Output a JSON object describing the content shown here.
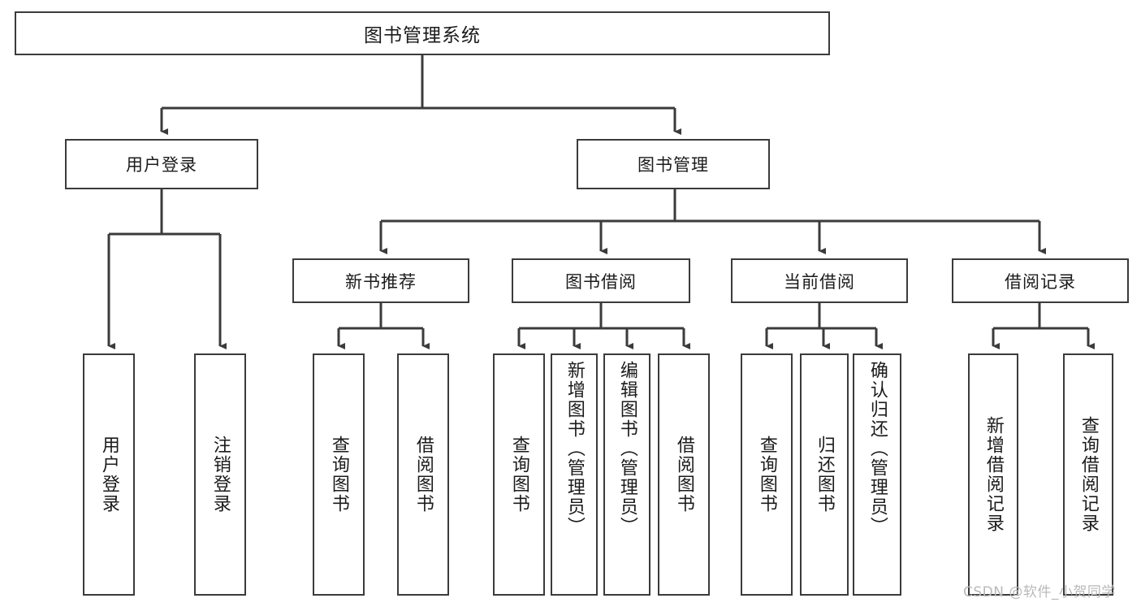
{
  "diagram": {
    "type": "tree-hierarchy",
    "title": "图书管理系统",
    "root": {
      "label": "图书管理系统"
    },
    "level1": [
      {
        "label": "用户登录"
      },
      {
        "label": "图书管理"
      }
    ],
    "level2": [
      {
        "label": "新书推荐",
        "parent": "图书管理"
      },
      {
        "label": "图书借阅",
        "parent": "图书管理"
      },
      {
        "label": "当前借阅",
        "parent": "图书管理"
      },
      {
        "label": "借阅记录",
        "parent": "图书管理"
      }
    ],
    "leaves": {
      "user_login": [
        {
          "label": "用户登录"
        },
        {
          "label": "注销登录"
        }
      ],
      "new_book_recommend": [
        {
          "label": "查询图书"
        },
        {
          "label": "借阅图书"
        }
      ],
      "book_borrow": [
        {
          "label": "查询图书"
        },
        {
          "label": "新增图书（管理员）"
        },
        {
          "label": "编辑图书（管理员）"
        },
        {
          "label": "借阅图书"
        }
      ],
      "current_borrow": [
        {
          "label": "查询图书"
        },
        {
          "label": "归还图书"
        },
        {
          "label": "确认归还（管理员）"
        }
      ],
      "borrow_record": [
        {
          "label": "新增借阅记录"
        },
        {
          "label": "查询借阅记录"
        }
      ]
    }
  },
  "watermark": {
    "text": "CSDN @软件_小贺同学"
  },
  "colors": {
    "border": "#3b3b3b",
    "background": "#ffffff",
    "text": "#1b1b1b",
    "watermark": "#b9b9b9"
  }
}
